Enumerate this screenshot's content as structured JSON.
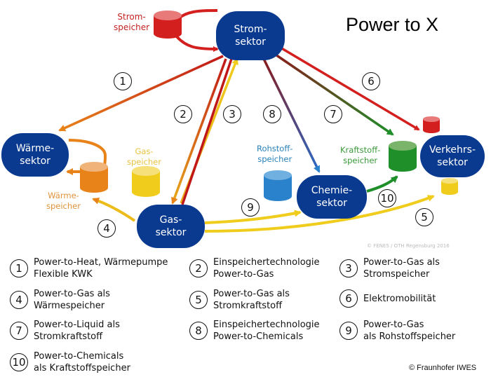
{
  "title": "Power to X",
  "sectors": {
    "strom": "Strom-\nsektor",
    "waerme": "Wärme-\nsektor",
    "gas": "Gas-\nsektor",
    "chemie": "Chemie-\nsektor",
    "verkehr": "Verkehrs-\nsektor"
  },
  "storage_labels": {
    "strom": "Strom-\nspeicher",
    "waerme": "Wärme-\nspeicher",
    "gas": "Gas-\nspeicher",
    "rohstoff": "Rohstoff-\nspeicher",
    "kraftstoff": "Kraftstoff-\nspeicher"
  },
  "colors": {
    "sector": "#0a3a8f",
    "strom": "#d41f1f",
    "waerme": "#e8831a",
    "gas": "#f0cd1c",
    "rohstoff": "#2a82cc",
    "kraftstoff": "#1f8f2a"
  },
  "diagram_numbers": [
    "1",
    "2",
    "3",
    "4",
    "5",
    "6",
    "7",
    "8",
    "9",
    "10"
  ],
  "legend": [
    {
      "num": "1",
      "text": "Power-to-Heat, Wärmepumpe\nFlexible KWK"
    },
    {
      "num": "2",
      "text": "Einspeichertechnologie\nPower-to-Gas"
    },
    {
      "num": "3",
      "text": "Power-to-Gas als\nStromspeicher"
    },
    {
      "num": "4",
      "text": "Power-to-Gas als\nWärmespeicher"
    },
    {
      "num": "5",
      "text": "Power-to-Gas als\nStromkraftstoff"
    },
    {
      "num": "6",
      "text": "Elektromobilität"
    },
    {
      "num": "7",
      "text": "Power-to-Liquid als\nStromkraftstoff"
    },
    {
      "num": "8",
      "text": "Einspeichertechnologie\nPower-to-Chemicals"
    },
    {
      "num": "9",
      "text": "Power-to-Gas\nals Rohstoffspeicher"
    },
    {
      "num": "10",
      "text": "Power-to-Chemicals\nals Kraftstoffspeicher"
    }
  ],
  "credits": {
    "small": "© FENES / OTH Regensburg 2016",
    "main": "© Fraunhofer IWES"
  }
}
